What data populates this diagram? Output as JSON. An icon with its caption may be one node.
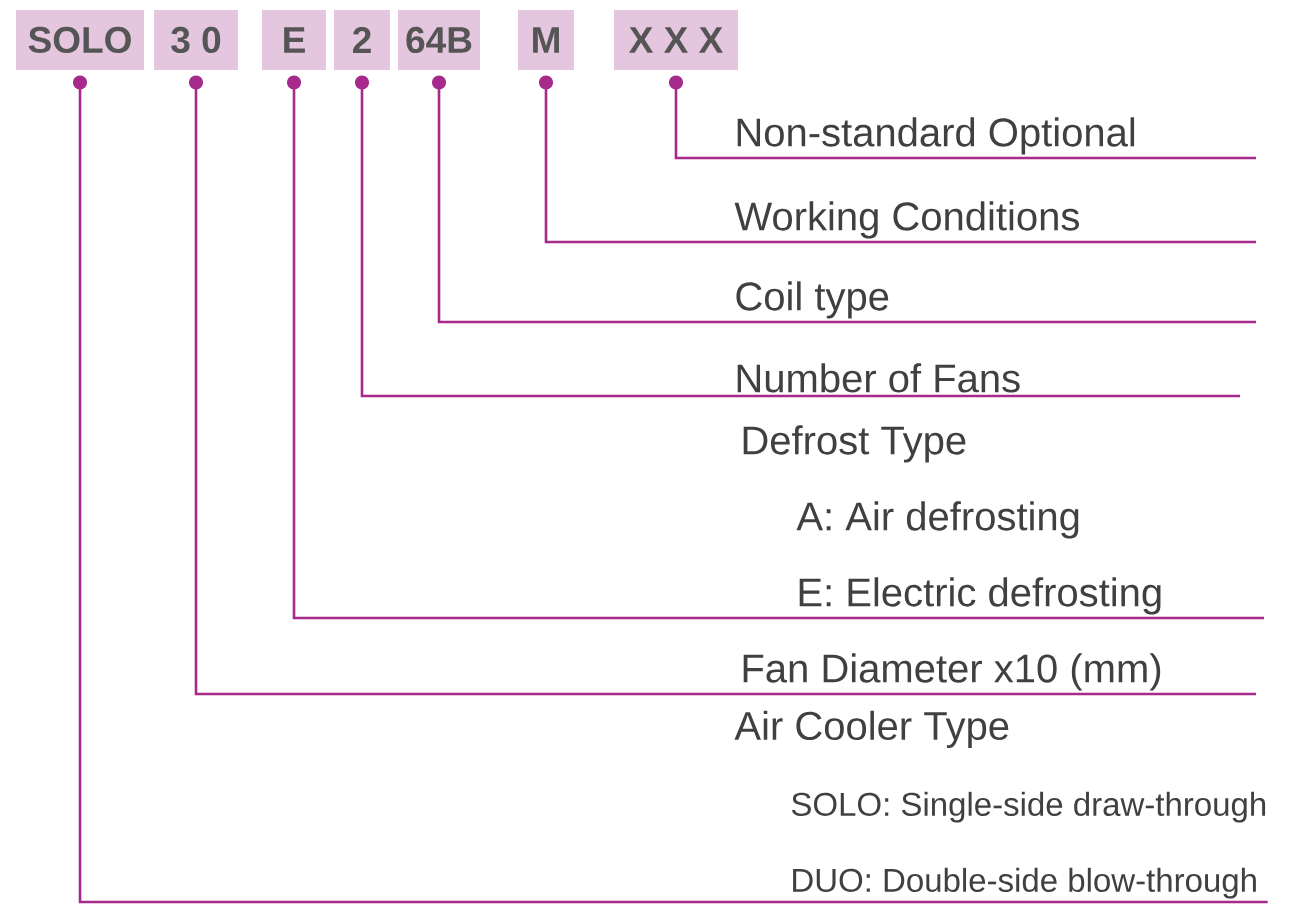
{
  "diagram": {
    "nodes": [
      {
        "text": [
          "SOLO"
        ]
      },
      {
        "text": [
          "3 0"
        ]
      },
      {
        "text": [
          "E"
        ]
      },
      {
        "text": [
          "2"
        ]
      },
      {
        "text": [
          "64B"
        ]
      },
      {
        "text": [
          "M"
        ]
      },
      {
        "text": [
          "X X X"
        ]
      },
      {
        "text": [
          "Non-standard Optional"
        ]
      },
      {
        "text": [
          "Working Conditions"
        ]
      },
      {
        "text": [
          "Coil type"
        ]
      },
      {
        "text": [
          "Number of Fans"
        ]
      },
      {
        "text": [
          "Defrost Type",
          "A: Air defrosting",
          "E: Electric defrosting"
        ]
      },
      {
        "text": [
          "Fan Diameter x10 (mm)"
        ]
      },
      {
        "text": [
          "Air Cooler Type",
          "SOLO: Single-side draw-through",
          "DUO: Double-side blow-through"
        ]
      }
    ],
    "edges": [
      {
        "from": 6,
        "to": 7,
        "arrow": "other"
      },
      {
        "from": 5,
        "to": 8,
        "arrow": "other"
      },
      {
        "from": 4,
        "to": 9,
        "arrow": "other"
      },
      {
        "from": 3,
        "to": 10,
        "arrow": "other"
      },
      {
        "from": 2,
        "to": 11,
        "arrow": "other"
      },
      {
        "from": 1,
        "to": 12,
        "arrow": "other"
      },
      {
        "from": 0,
        "to": 13,
        "arrow": "other"
      }
    ]
  }
}
